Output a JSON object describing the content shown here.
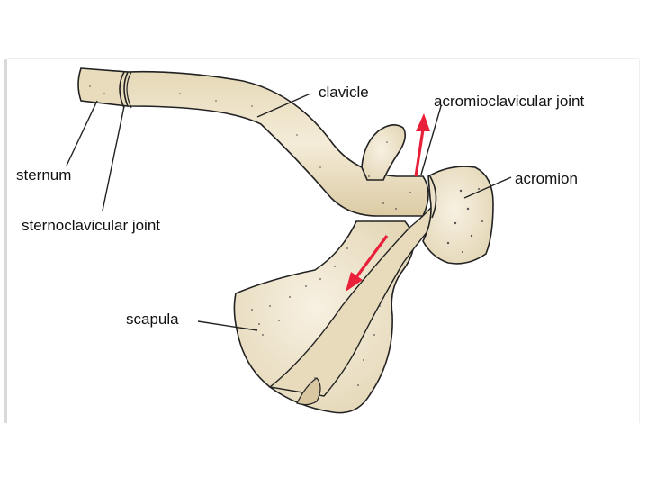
{
  "labels": {
    "clavicle": "clavicle",
    "acromioclavicular_joint": "acromioclavicular joint",
    "sternum": "sternum",
    "acromion": "acromion",
    "sternoclavicular_joint": "sternoclavicular joint",
    "scapula": "scapula"
  },
  "colors": {
    "bone_fill": "#eadfc4",
    "bone_light": "#f3ecd9",
    "outline": "#222222",
    "arrow": "#e8203a",
    "text": "#111111"
  }
}
